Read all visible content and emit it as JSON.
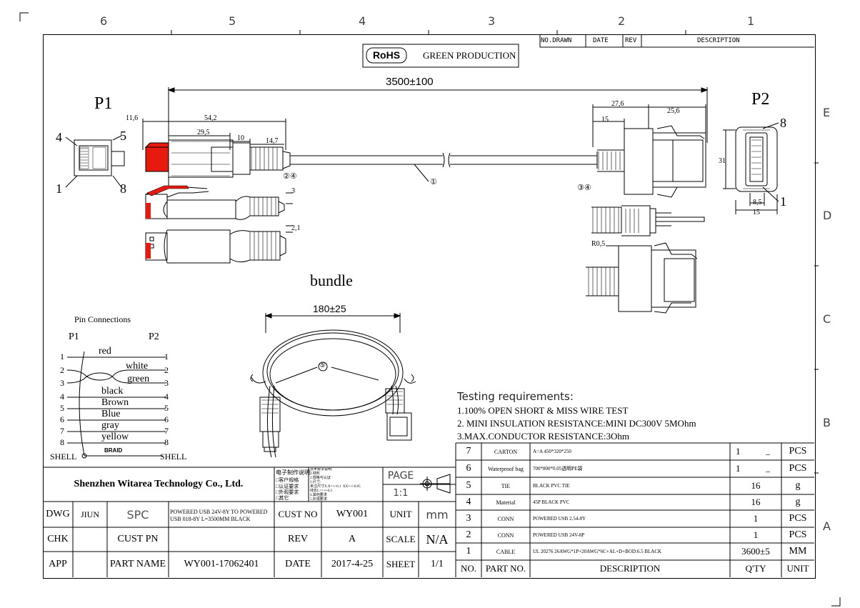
{
  "zones": {
    "top": [
      "6",
      "5",
      "4",
      "3",
      "2",
      "1"
    ],
    "right": [
      "E",
      "D",
      "C",
      "B",
      "A"
    ]
  },
  "header_box": {
    "rohs": "RoHS",
    "green": "GREEN  PRODUCTION"
  },
  "rev_block": {
    "no_drawn": "NO.DRAWN",
    "date": "DATE",
    "rev": "REV",
    "description": "DESCRIPTION"
  },
  "labels": {
    "p1": "P1",
    "p2": "P2",
    "bundle": "bundle",
    "total_length": "3500±100",
    "bundle_len": "180±25",
    "dim_11_6": "11,6",
    "dim_54_2": "54,2",
    "dim_29_5": "29,5",
    "dim_10": "10",
    "dim_14_7": "14,7",
    "dim_3": "3",
    "dim_2_1": "2,1",
    "dim_27_6": "27,6",
    "dim_25_6": "25,6",
    "dim_15": "15",
    "dim_31": "31",
    "dim_8_5": "8,5",
    "dim_15b": "15",
    "dim_r05": "R0,5",
    "pin4": "4",
    "pin5": "5",
    "pin1": "1",
    "pin8": "8",
    "p2pin8": "8",
    "p2pin1": "1",
    "callout_24": "②④",
    "callout_1": "①",
    "callout_34": "③④",
    "callout_5": "⑤"
  },
  "pin_connections": {
    "title": "Pin Connections",
    "p1": "P1",
    "p2": "P2",
    "numbers": [
      "1",
      "2",
      "3",
      "4",
      "5",
      "6",
      "7",
      "8"
    ],
    "colors": [
      "red",
      "white",
      "green",
      "black",
      "Brown",
      "Blue",
      "gray",
      "yellow"
    ],
    "shell_left": "SHELL",
    "shell_right": "SHELL",
    "braid": "BRAID"
  },
  "testing": {
    "title": "Testing requirements:",
    "items": [
      "1.100% OPEN SHORT & MISS WIRE TEST",
      "2. MINI INSULATION RESISTANCE:MINI DC300V 5MOhm",
      "3.MAX.CONDUCTOR RESISTANCE:3Ohm"
    ]
  },
  "bom": {
    "headers": {
      "no": "NO.",
      "part_no": "PART NO.",
      "description": "DESCRIPTION",
      "qty": "Q'TY",
      "unit": "UNIT"
    },
    "rows": [
      {
        "no": "7",
        "part": "CARTON",
        "desc": "A=A 450*320*250",
        "qty": "1",
        "dash": "_",
        "unit": "PCS"
      },
      {
        "no": "6",
        "part": "Waterproof bag",
        "desc": "700*800*0.05透明PE袋",
        "qty": "1",
        "dash": "_",
        "unit": "PCS"
      },
      {
        "no": "5",
        "part": "TIE",
        "desc": "BLACK PVC TIE",
        "qty": "16",
        "dash": "",
        "unit": "g"
      },
      {
        "no": "4",
        "part": "Material",
        "desc": "45P BLACK PVC",
        "qty": "16",
        "dash": "",
        "unit": "g"
      },
      {
        "no": "3",
        "part": "CONN",
        "desc": "POWERED USB 2.54-8Y",
        "qty": "1",
        "dash": "",
        "unit": "PCS"
      },
      {
        "no": "2",
        "part": "CONN",
        "desc": "POWERED USB 24V-8P",
        "qty": "1",
        "dash": "",
        "unit": "PCS"
      },
      {
        "no": "1",
        "part": "CABLE",
        "desc": "UL 20276 26AWG*1P+20AWG*6C+AL+D+BOD:6.5 BLACK",
        "qty": "3600±5",
        "dash": "",
        "unit": "MM"
      }
    ]
  },
  "title_block": {
    "company": "Shenzhen Witarea Technology Co., Ltd.",
    "doc_note_title": "电子制作说明:",
    "doc_checks": [
      "□客户规格",
      "□认证要求",
      "□外观要求",
      "□其它"
    ],
    "tolerance_text": "技术要求说明:\n1.材料\n2.规格与认证\n3.尺寸:\n未注尺寸X.X=+/-0.1  XX=+/-0.05\n线长L<=+/-0.3\n4.其他要求\n5.外观要求\n6.焊接要求",
    "page_label": "PAGE",
    "page_value": "1:1",
    "dwg": "DWG",
    "dwg_name": "JIUN",
    "spc": "SPC",
    "spc_desc_1": "POWERED USB 24V-8Y TO POWERED",
    "spc_desc_2": "USB 018-8Y  L=3500MM BLACK",
    "cust_no_label": "CUST NO",
    "cust_no": "WY001",
    "unit_label": "UNIT",
    "unit": "mm",
    "chk": "CHK",
    "cust_pn": "CUST PN",
    "rev_label": "REV",
    "rev": "A",
    "scale_label": "SCALE",
    "scale": "N/A",
    "app": "APP",
    "part_name_label": "PART NAME",
    "part_name": "WY001-17062401",
    "date_label": "DATE",
    "date": "2017-4-25",
    "sheet_label": "SHEET",
    "sheet": "1/1"
  },
  "colors": {
    "red_plug": "#e8190f",
    "ink": "#000000"
  }
}
